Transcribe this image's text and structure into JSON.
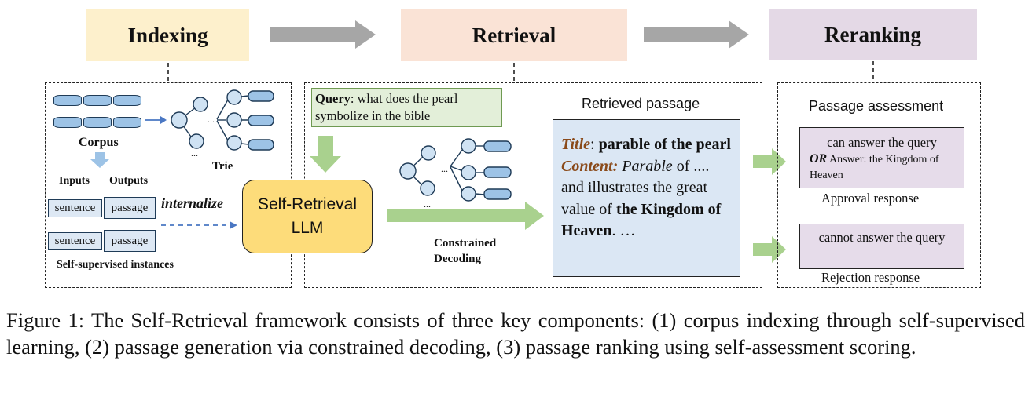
{
  "stages": {
    "indexing": "Indexing",
    "retrieval": "Retrieval",
    "reranking": "Reranking"
  },
  "indexing": {
    "corpus_label": "Corpus",
    "trie_label": "Trie",
    "trie_dots": "...",
    "inputs_label": "Inputs",
    "outputs_label": "Outputs",
    "instances": [
      {
        "input": "sentence",
        "output": "passage"
      },
      {
        "input": "sentence",
        "output": "passage"
      }
    ],
    "internalize_label": "internalize",
    "instances_caption": "Self-supervised instances"
  },
  "llm": {
    "line1": "Self-Retrieval",
    "line2": "LLM"
  },
  "retrieval": {
    "query_label": "Query",
    "query_text": ": what does the pearl symbolize in the bible",
    "decoding_line1": "Constrained",
    "decoding_line2": "Decoding",
    "trie_dots": "...",
    "passage_heading": "Retrieved passage",
    "passage": {
      "title_label": "Title",
      "title_sep": ": ",
      "title_text": "parable of the pearl",
      "content_label": "Content:",
      "content_italic": " Parable",
      "content_text_1": " of .... and illustrates the great value of ",
      "content_bold": "the Kingdom of Heaven",
      "content_text_2": ". …"
    }
  },
  "reranking": {
    "heading": "Passage assessment",
    "approval": {
      "line1": "can answer the query",
      "or_label": "OR",
      "line2": " Answer: the Kingdom of Heaven",
      "caption": "Approval response"
    },
    "rejection": {
      "text": "cannot answer the query",
      "caption": "Rejection response"
    }
  },
  "colors": {
    "indexing_bg": "#fdf0cc",
    "retrieval_bg": "#fae3d6",
    "reranking_bg": "#e4d9e6",
    "arrow_gray": "#a6a6a6",
    "arrow_green": "#a9d18e",
    "arrow_blue": "#4a77c3",
    "llm_bg": "#fddc7a",
    "passage_bg": "#dbe7f4",
    "query_bg": "#e3efd9",
    "label_brown": "#8a4a1a"
  },
  "caption": {
    "figure_label": "Figure 1:",
    "text": " The Self-Retrieval framework consists of three key components: (1) corpus indexing through self-supervised learning, (2) passage generation via constrained decoding, (3) passage ranking using self-assessment scoring."
  }
}
